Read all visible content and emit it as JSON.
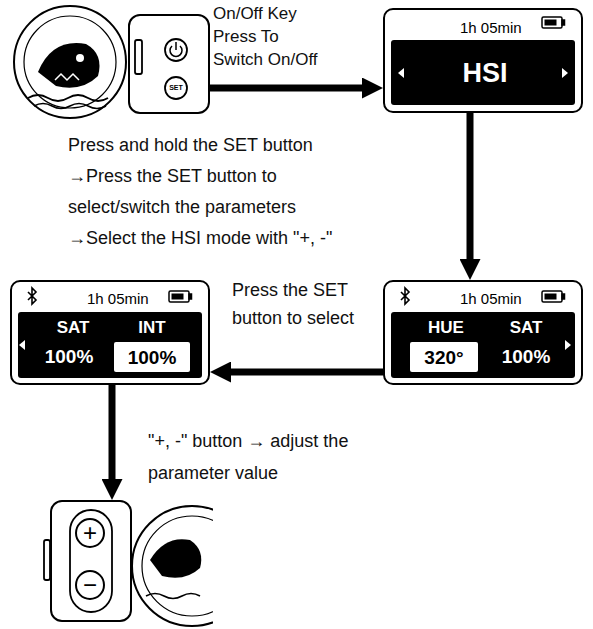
{
  "diagram": {
    "nodes": [
      {
        "text": [
          "SET"
        ]
      },
      {
        "text": [
          "1h 05min",
          "HSI"
        ]
      },
      {
        "text": [
          "1h 05min",
          "HUE",
          "SAT",
          "100%"
        ]
      },
      {
        "text": [
          "320°"
        ],
        "in": 2
      },
      {
        "text": [
          "1h 05min",
          "SAT",
          "100%",
          "INT"
        ]
      },
      {
        "text": [
          "100%"
        ],
        "in": 4
      },
      {
        "text": [
          "+",
          "−"
        ]
      }
    ],
    "edges": [
      {
        "from": 0,
        "to": 1,
        "arrow": "to",
        "label": "On/Off Key Press To Switch On/Off"
      },
      {
        "from": 1,
        "to": 2,
        "arrow": "to",
        "label": "Press and hold the SET button →Press the SET button to select/switch the parameters →Select the HSI mode with \"+, -\""
      },
      {
        "from": 2,
        "to": 4,
        "arrow": "to",
        "label": "Press the SET button to select"
      },
      {
        "from": 4,
        "to": 6,
        "arrow": "to",
        "label": "\"+, -\" button → adjust the parameter value"
      }
    ]
  }
}
